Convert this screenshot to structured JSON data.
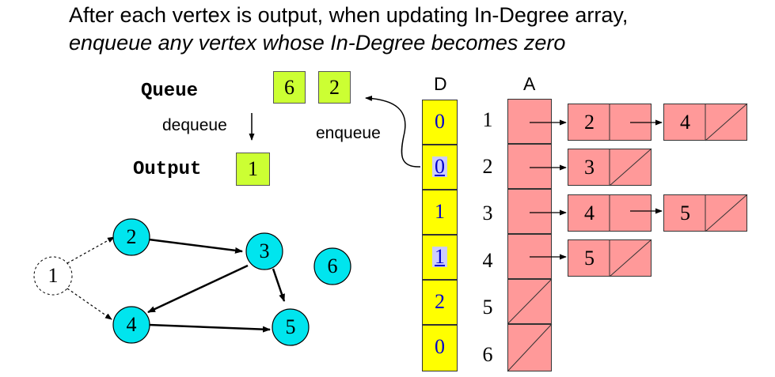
{
  "heading": {
    "line1": "After each vertex is output, when updating In-Degree array,",
    "line2": "enqueue any vertex whose In-Degree becomes zero"
  },
  "queue": {
    "label": "Queue",
    "items": [
      "6",
      "2"
    ]
  },
  "dequeue_label": "dequeue",
  "enqueue_label": "enqueue",
  "output": {
    "label": "Output",
    "items": [
      "1"
    ]
  },
  "graph": {
    "vertices": [
      "1",
      "2",
      "3",
      "4",
      "5",
      "6"
    ]
  },
  "indegree": {
    "header": "D",
    "values": [
      "0",
      "0",
      "1",
      "1",
      "2",
      "0"
    ],
    "highlighted": [
      false,
      true,
      false,
      true,
      false,
      false
    ]
  },
  "adjacency": {
    "header": "A",
    "indices": [
      "1",
      "2",
      "3",
      "4",
      "5",
      "6"
    ],
    "lists": {
      "v1": [
        "2",
        "4"
      ],
      "v2": [
        "3"
      ],
      "v3": [
        "4",
        "5"
      ],
      "v4": [
        "5"
      ]
    }
  },
  "colors": {
    "queue_box": "#ccff33",
    "indegree_cell": "#ffff00",
    "indegree_highlight": "#ccccff",
    "list_node": "#ff9999",
    "vertex": "#00e5ee"
  }
}
